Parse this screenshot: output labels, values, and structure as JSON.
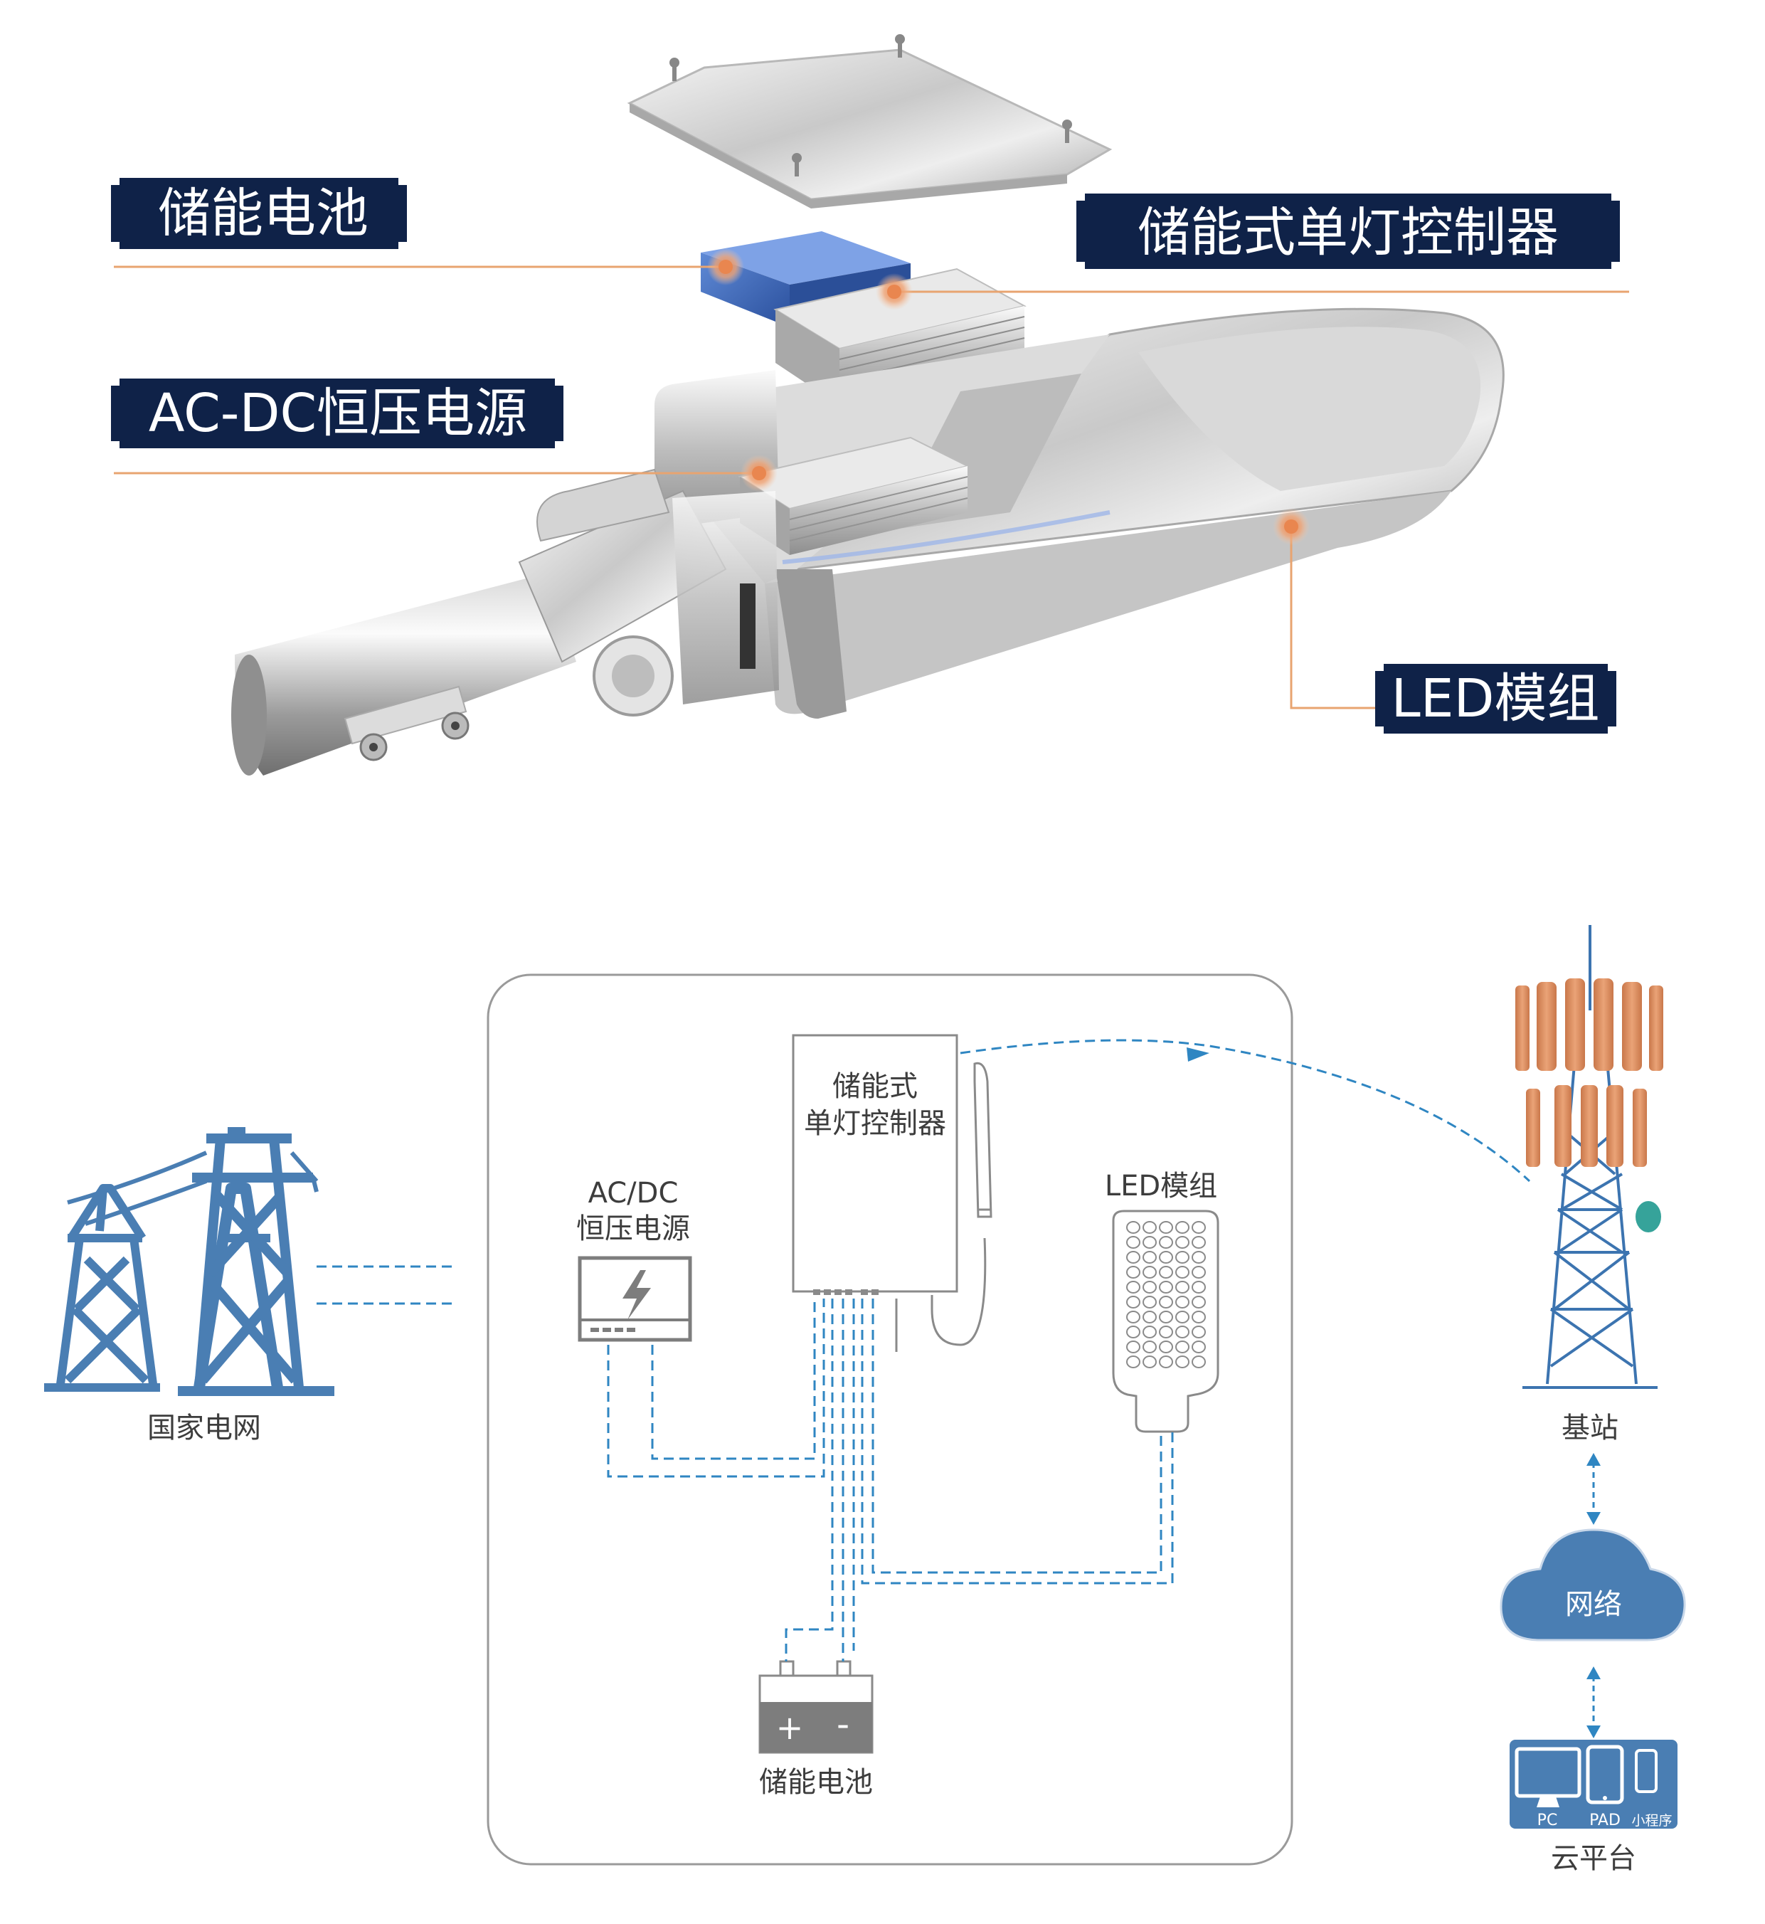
{
  "colors": {
    "navy": "#0f2248",
    "orange_line": "#e8a470",
    "orange_dot": "#e9864f",
    "blue_icon": "#4a7eb3",
    "dashed_blue": "#2f86c2",
    "battery_blue": "#3b64b6",
    "tower_orange": "#d98c5c",
    "teal": "#36a39a"
  },
  "exploded_view": {
    "labels": {
      "battery": "储能电池",
      "controller": "储能式单灯控制器",
      "power_supply": "AC-DC恒压电源",
      "led_module": "LED模组"
    }
  },
  "diagram": {
    "grid_label": "国家电网",
    "controller_label_line1": "储能式",
    "controller_label_line2": "单灯控制器",
    "psu_label_line1": "AC/DC",
    "psu_label_line2": "恒压电源",
    "led_label": "LED模组",
    "battery_label": "储能电池",
    "battery_plus": "+",
    "battery_minus": "-",
    "base_station_label": "基站",
    "network_label": "网络",
    "cloud_platform_label": "云平台",
    "devices": {
      "pc": "PC",
      "pad": "PAD",
      "mini_program": "小程序"
    }
  }
}
